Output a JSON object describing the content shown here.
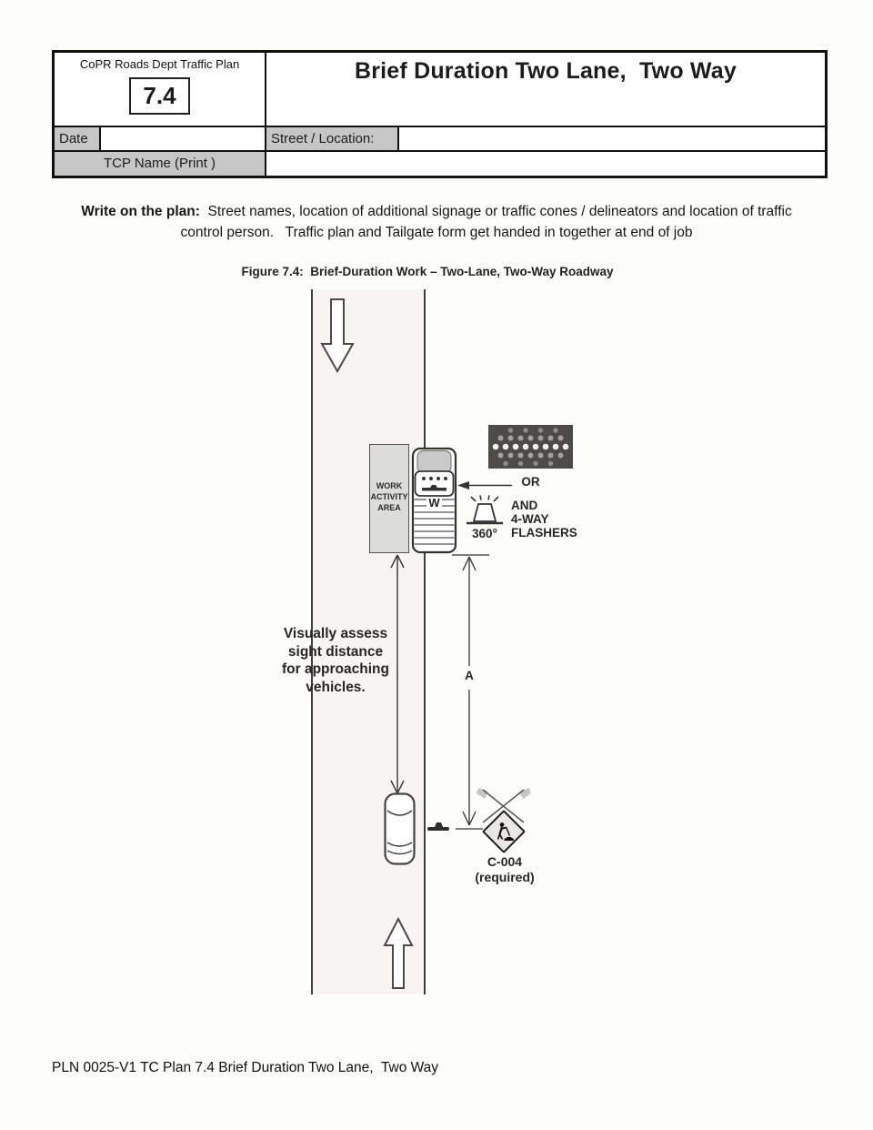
{
  "header": {
    "org": "CoPR Roads Dept Traffic Plan",
    "plan_number": "7.4",
    "title": "Brief Duration Two Lane,  Two Way",
    "date_label": "Date",
    "date_value": "",
    "street_label": "Street / Location:",
    "street_value": "",
    "tcp_label": "TCP Name (Print )",
    "tcp_value": ""
  },
  "instructions": {
    "lead": "Write on the plan:",
    "line1_rest": "  Street names, location of additional signage or traffic cones / delineators and location of traffic",
    "line2": "control person.   Traffic plan and Tailgate form get handed in together at end of job"
  },
  "figure": {
    "caption": "Figure 7.4:  Brief-Duration Work – Two-Lane, Two-Way Roadway",
    "work_area_lines": [
      "WORK",
      "ACTIVITY",
      "AREA"
    ],
    "truck_label": "W",
    "or_label": "OR",
    "and_label": "AND",
    "four_way_label": "4-WAY",
    "flashers_label": "FLASHERS",
    "beacon_label": "360°",
    "dimension_label": "A",
    "sight_lines": [
      "Visually assess",
      "sight distance",
      "for approaching",
      "vehicles."
    ],
    "sign_id": "C-004",
    "sign_required": "(required)",
    "icons": [
      "down-arrow",
      "up-arrow",
      "work-truck",
      "arrow-board-sign",
      "rotating-beacon",
      "left-arrow",
      "dimension-a-arrow",
      "sight-distance-arrow",
      "passenger-car",
      "portable-sign-stand",
      "crossed-flags",
      "c004-construction-sign"
    ]
  },
  "footer": {
    "doc_ref": "PLN 0025-V1 TC Plan 7.4 Brief Duration Two Lane,  Two Way"
  },
  "colors": {
    "label_cell_bg": "#c6c6c6",
    "work_area_bg": "#dcdcda",
    "arrow_board_bg": "#4c4b47",
    "diamond_sign_bg": "#e9e8e6",
    "road_line": "#3f3f3f"
  }
}
